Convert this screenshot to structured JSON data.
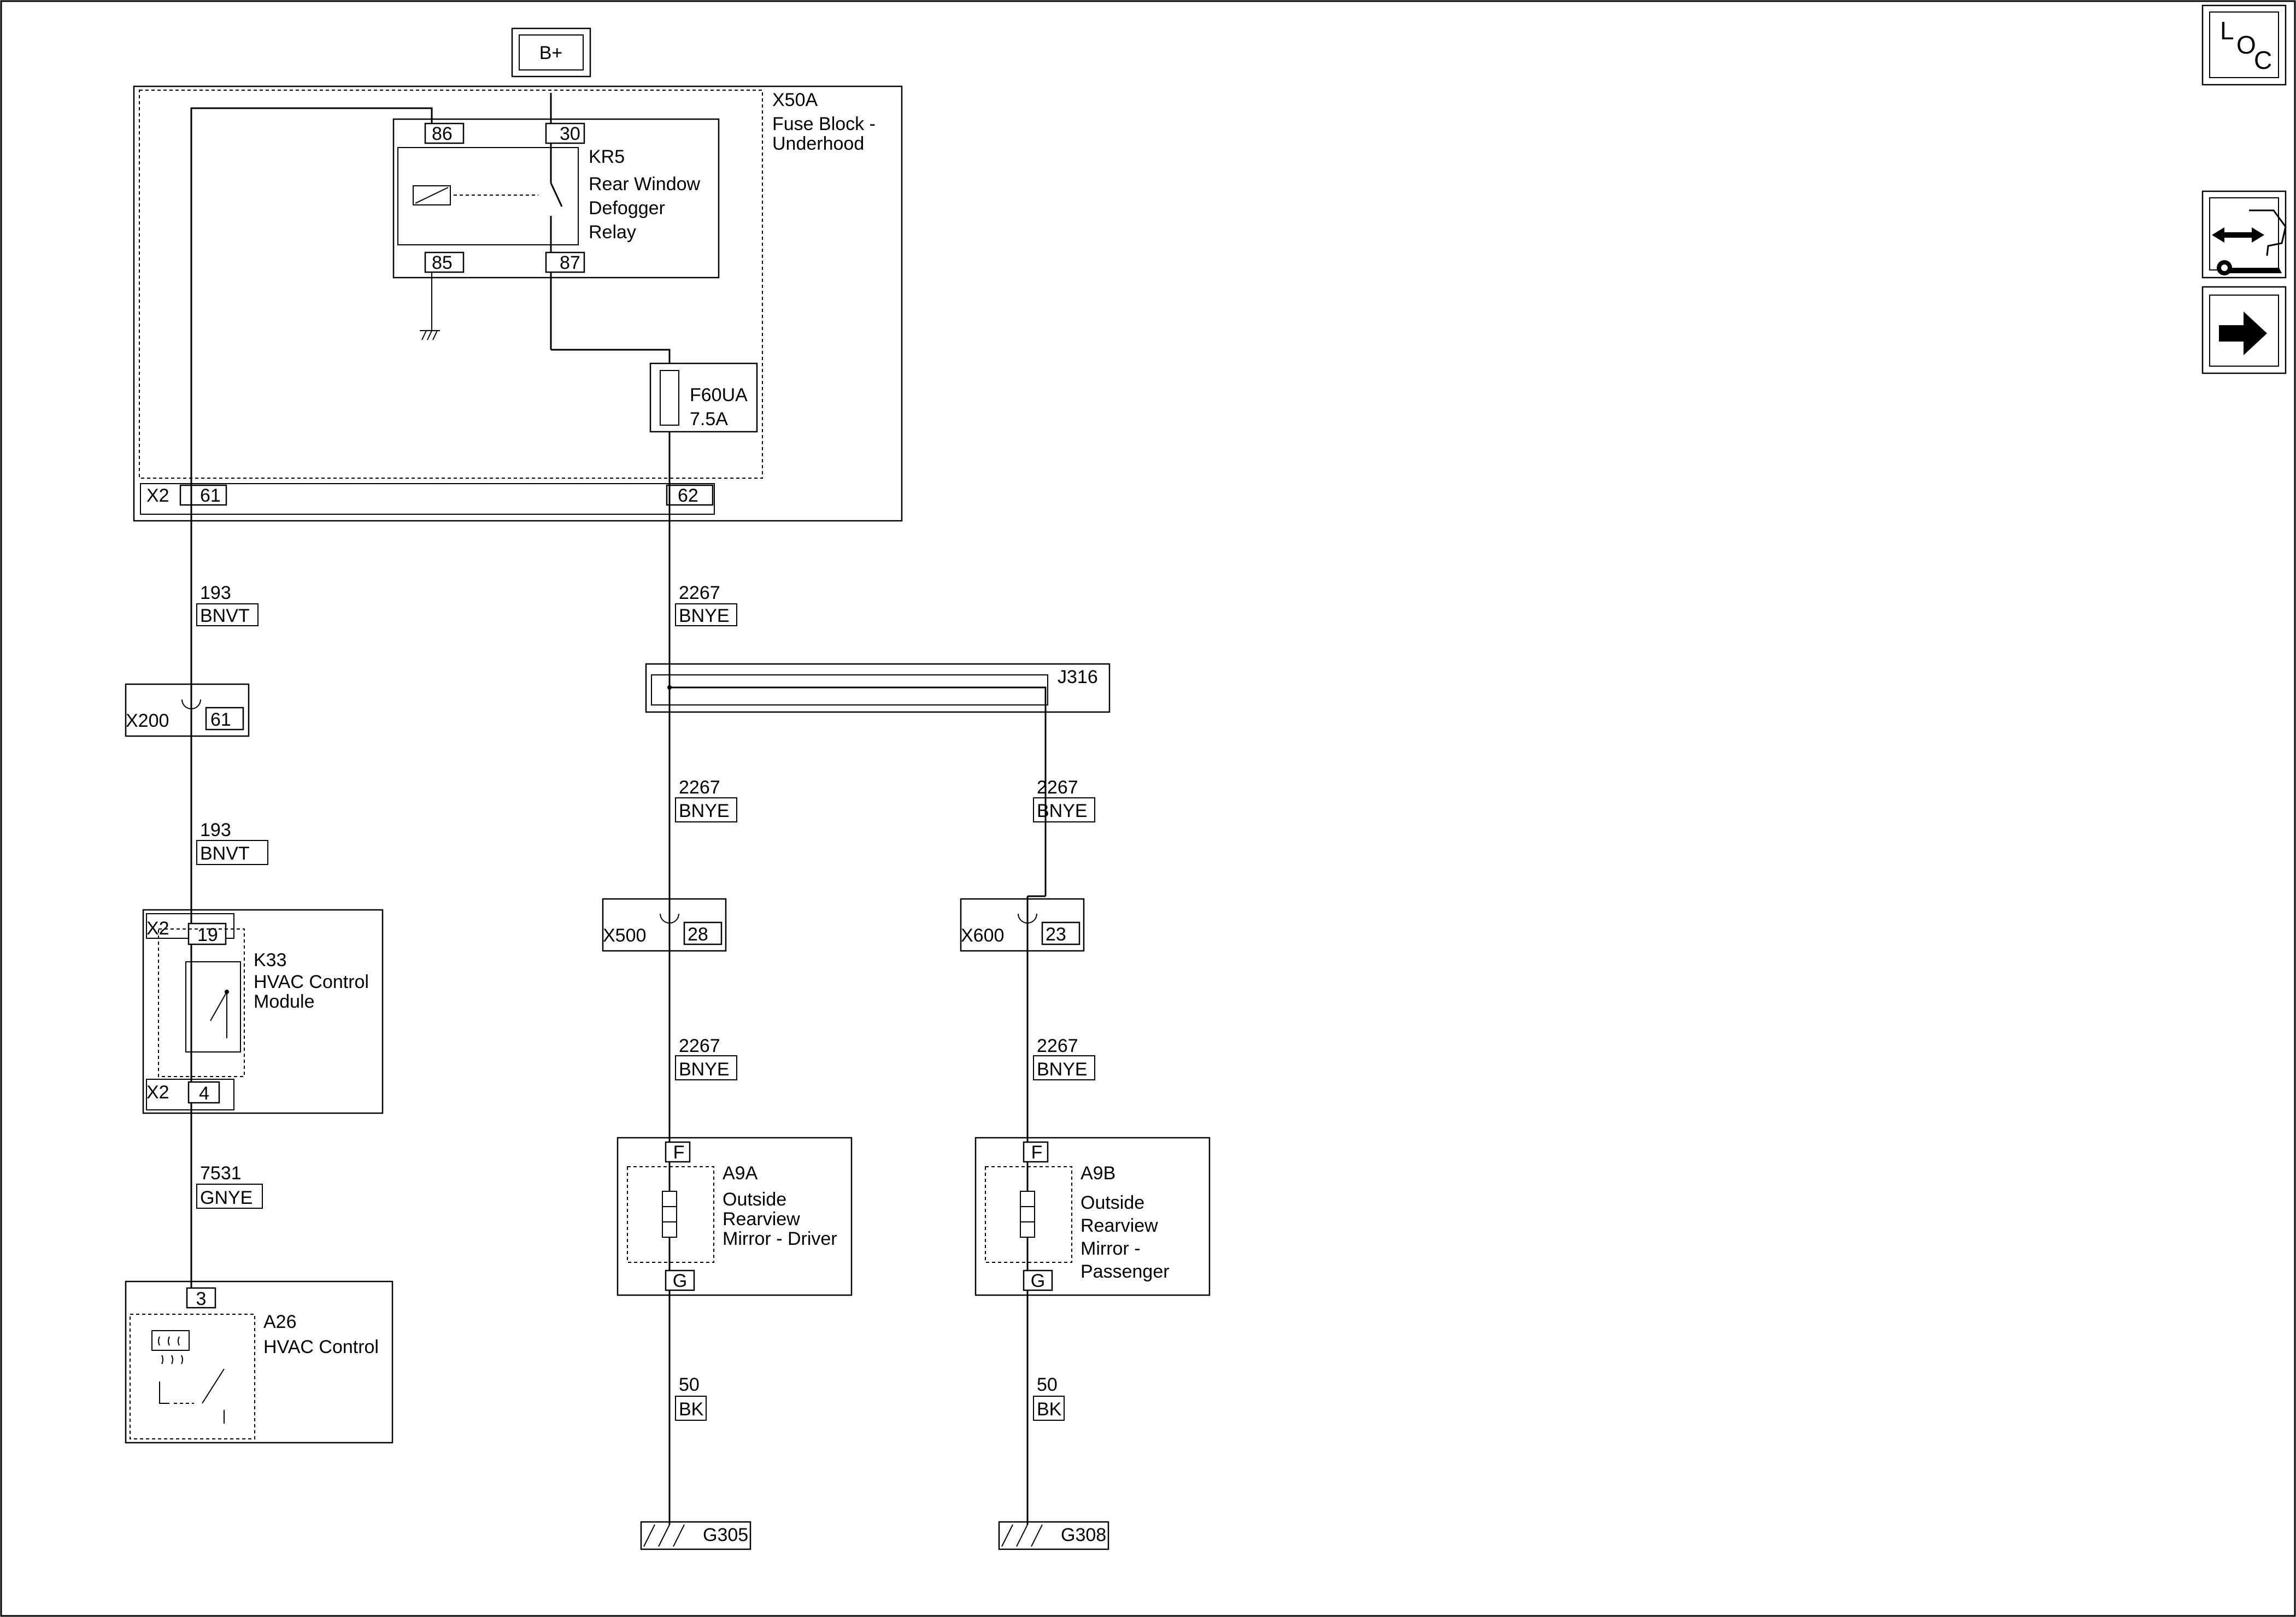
{
  "supply": {
    "label": "B+"
  },
  "fuse_block": {
    "id": "X50A",
    "name_line1": "Fuse Block -",
    "name_line2": "Underhood",
    "connector": "X2",
    "pin_a": "61",
    "pin_b": "62"
  },
  "relay": {
    "id": "KR5",
    "name_line1": "Rear Window",
    "name_line2": "Defogger",
    "name_line3": "Relay",
    "pin_86": "86",
    "pin_30": "30",
    "pin_85": "85",
    "pin_87": "87"
  },
  "fuse": {
    "id": "F60UA",
    "rating": "7.5A"
  },
  "wires": {
    "w193_top": {
      "circuit": "193",
      "color": "BNVT"
    },
    "w193_mid": {
      "circuit": "193",
      "color": "BNVT"
    },
    "w7531": {
      "circuit": "7531",
      "color": "GNYE"
    },
    "w2267_top": {
      "circuit": "2267",
      "color": "BNYE"
    },
    "w2267_l1": {
      "circuit": "2267",
      "color": "BNYE"
    },
    "w2267_r1": {
      "circuit": "2267",
      "color": "BNYE"
    },
    "w2267_l2": {
      "circuit": "2267",
      "color": "BNYE"
    },
    "w2267_r2": {
      "circuit": "2267",
      "color": "BNYE"
    },
    "w50_l": {
      "circuit": "50",
      "color": "BK"
    },
    "w50_r": {
      "circuit": "50",
      "color": "BK"
    }
  },
  "splice": {
    "id": "J316"
  },
  "x200": {
    "id": "X200",
    "pin": "61"
  },
  "x500": {
    "id": "X500",
    "pin": "28"
  },
  "x600": {
    "id": "X600",
    "pin": "23"
  },
  "k33": {
    "id": "K33",
    "name_line1": "HVAC Control",
    "name_line2": "Module",
    "conn_top": "X2",
    "pin_top": "19",
    "conn_bottom": "X2",
    "pin_bottom": "4"
  },
  "a26": {
    "id": "A26",
    "name": "HVAC Control",
    "pin": "3"
  },
  "a9a": {
    "id": "A9A",
    "name_line1": "Outside",
    "name_line2": "Rearview",
    "name_line3": "Mirror - Driver",
    "pin_top": "F",
    "pin_bottom": "G"
  },
  "a9b": {
    "id": "A9B",
    "name_line1": "Outside",
    "name_line2": "Rearview",
    "name_line3": "Mirror -",
    "name_line4": "Passenger",
    "pin_top": "F",
    "pin_bottom": "G"
  },
  "grounds": {
    "g305": "G305",
    "g308": "G308"
  },
  "nav": {
    "loc_l": "L",
    "loc_o": "O",
    "loc_c": "C",
    "loc_icon": "location-icon",
    "diag_icon": "wiring-harness-icon",
    "next_icon": "arrow-right-icon"
  }
}
